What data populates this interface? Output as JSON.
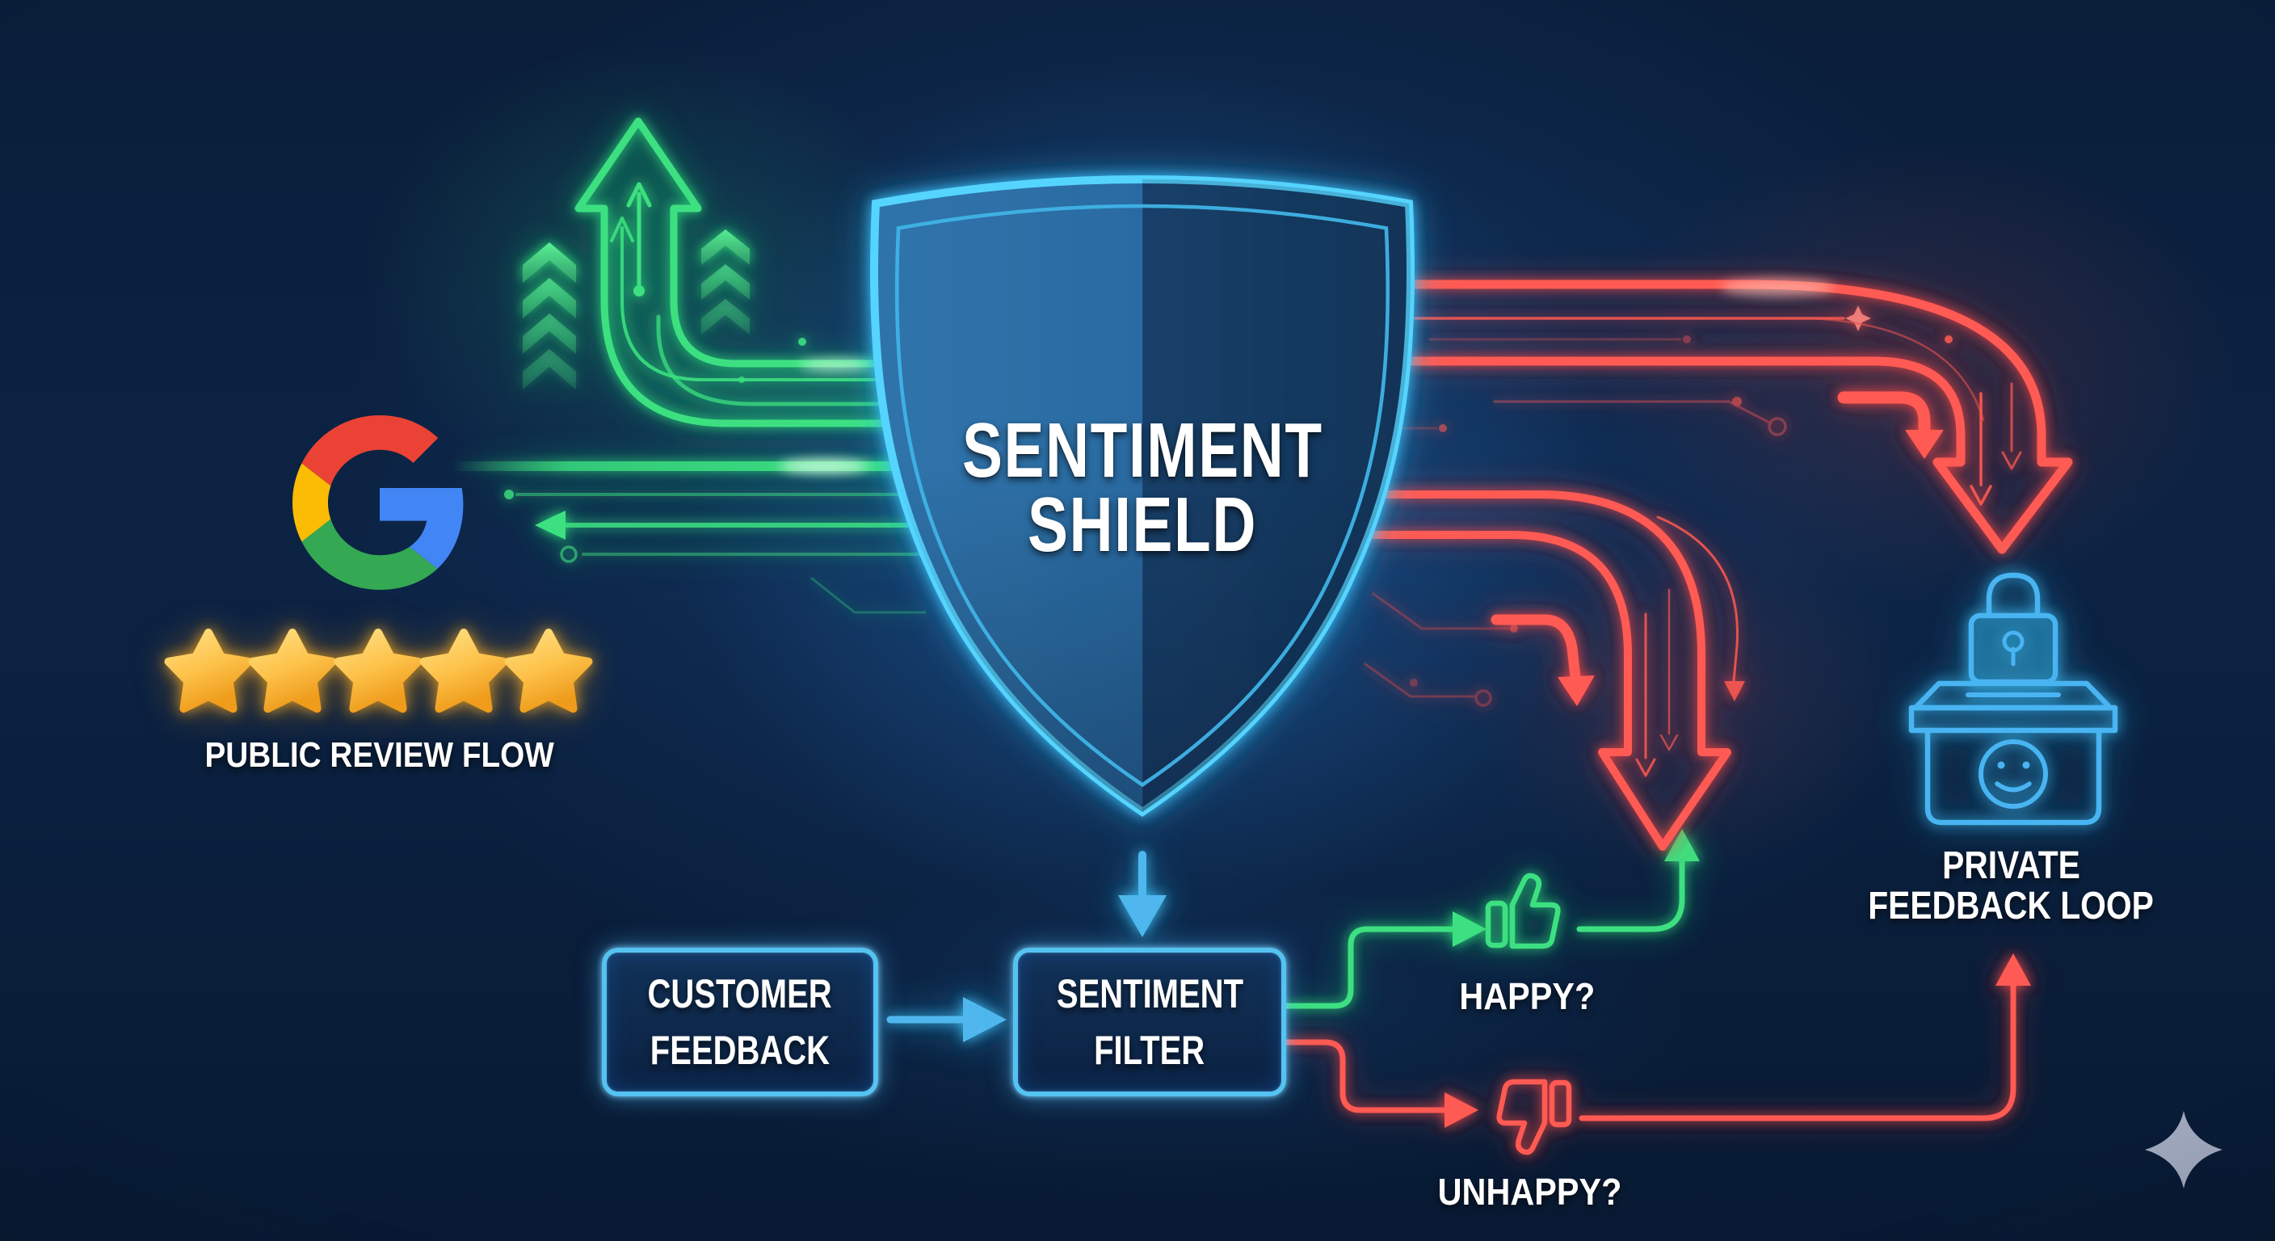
{
  "shield": {
    "line1": "SENTIMENT",
    "line2": "SHIELD",
    "icon": "security-shield"
  },
  "public_review": {
    "label": "PUBLIC REVIEW FLOW",
    "brand_icon": "google-g-logo",
    "star_count": 5,
    "star_icon": "star"
  },
  "flow": {
    "customer_feedback": {
      "line1": "CUSTOMER",
      "line2": "FEEDBACK"
    },
    "sentiment_filter": {
      "line1": "SENTIMENT",
      "line2": "FILTER"
    },
    "happy_label": "HAPPY?",
    "unhappy_label": "UNHAPPY?",
    "positive_icon": "thumbs-up",
    "negative_icon": "thumbs-down"
  },
  "private_feedback": {
    "line1": "PRIVATE",
    "line2": "FEEDBACK LOOP",
    "icon": "locked-feedback-box"
  },
  "colors": {
    "background": "#0b2141",
    "cyan": "#54d4ff",
    "green": "#3ce081",
    "red": "#ff5a52",
    "gold": "#f7b32b",
    "google_red": "#EA4335",
    "google_blue": "#4285F4",
    "google_yellow": "#FBBC05",
    "google_green": "#34A853",
    "text": "#ffffff"
  }
}
